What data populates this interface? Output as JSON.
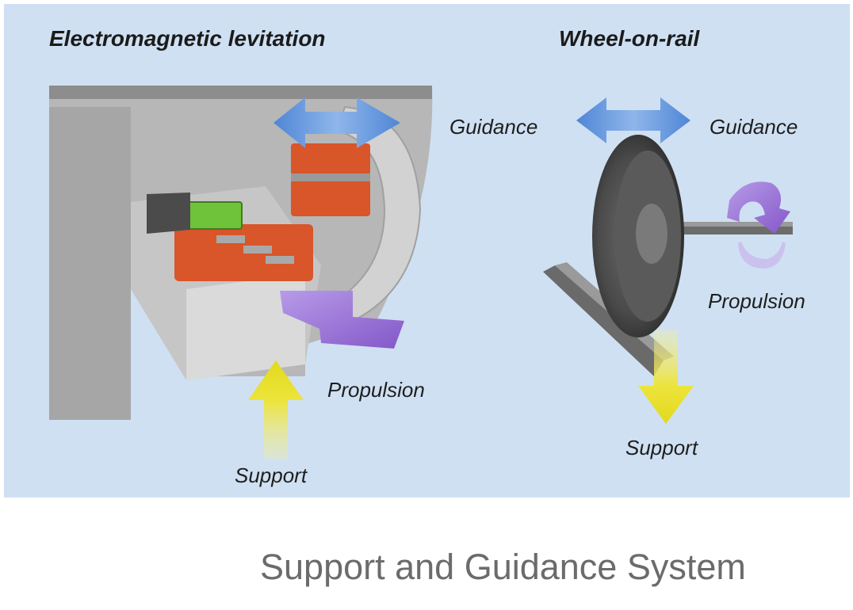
{
  "sections": {
    "left": {
      "title": "Electromagnetic levitation",
      "labels": {
        "propulsion": "Propulsion",
        "support": "Support"
      }
    },
    "right": {
      "title": "Wheel-on-rail",
      "labels": {
        "guidance_left": "Guidance",
        "guidance_right": "Guidance",
        "propulsion": "Propulsion",
        "support": "Support"
      }
    }
  },
  "caption": "Support and Guidance System",
  "colors": {
    "background": "#cfe0f2",
    "guidance_arrow": "#5b8fd8",
    "propulsion_arrow": "#9b6fd6",
    "support_arrow": "#e8e02a",
    "magnet": "#d9552a",
    "sensor": "#6fc33a",
    "caption_text": "#6b6b6b"
  }
}
